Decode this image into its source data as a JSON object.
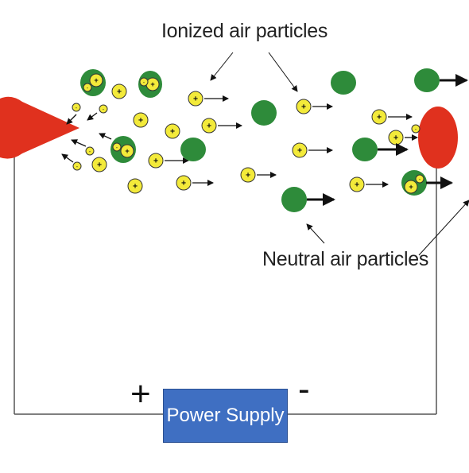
{
  "labels": {
    "ionized": "Ionized air particles",
    "neutral": "Neutral air particles",
    "power_supply": "Power Supply",
    "positive_terminal": "+",
    "negative_terminal": "-"
  },
  "particle_symbols": {
    "positive": "+",
    "negative": "-"
  },
  "colors": {
    "emitter": "#e0311e",
    "collector": "#e0311e",
    "neutral_particle": "#2e8b3a",
    "positive_ion": "#f3ea3a",
    "negative_ion": "#f3ea3a",
    "power_supply": "#3f6fc2",
    "wire": "#555555"
  }
}
